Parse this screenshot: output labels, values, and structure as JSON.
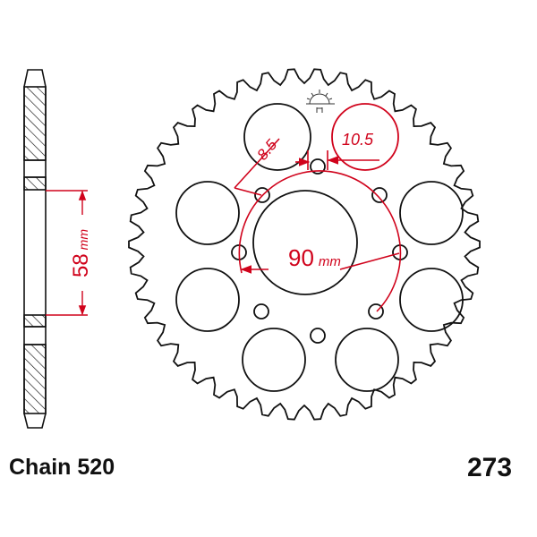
{
  "diagram": {
    "chain_label": "Chain 520",
    "part_number": "273",
    "dimensions": {
      "hub_thickness_value": "58",
      "hub_thickness_unit": "mm",
      "bolt_circle_value": "90",
      "bolt_circle_unit": "mm",
      "bolt_hole_diameter": "8.5",
      "center_distance": "10.5"
    },
    "colors": {
      "outline": "#111111",
      "dimension": "#d0021b"
    },
    "icons": [
      "sun-logo-icon"
    ]
  }
}
